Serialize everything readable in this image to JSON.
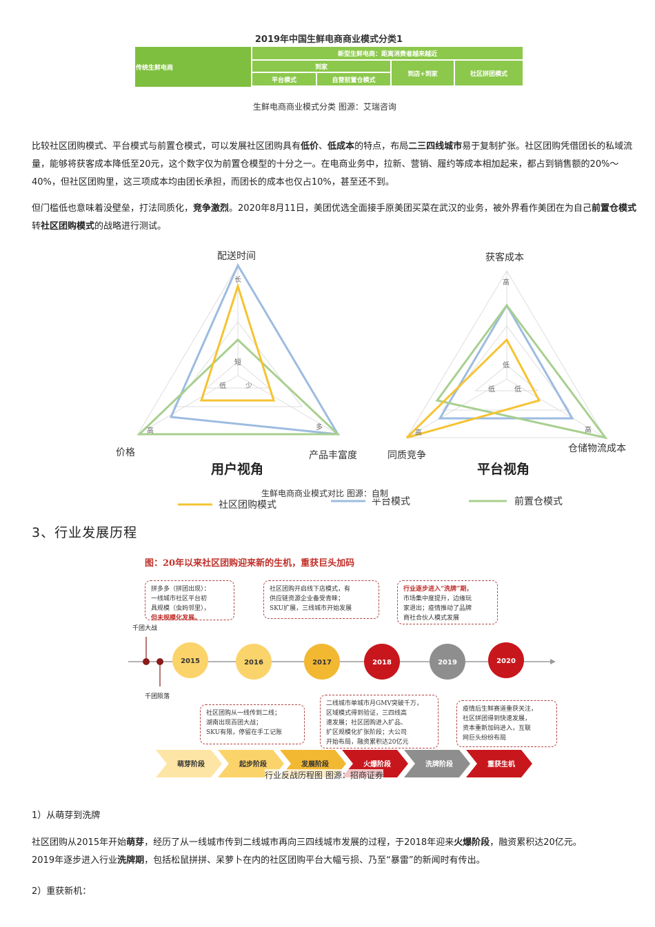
{
  "table": {
    "title": "2019年中国生鲜电商商业模式分类1",
    "traditional": "传统生鲜电商",
    "new_type": "新型生鲜电商：距离消费者越来越近",
    "dao_jia": "到家",
    "platform": "平台模式",
    "front_warehouse": "自营前置仓模式",
    "store_plus_home": "到店+到家",
    "community_group": "社区拼团模式"
  },
  "caption1": "生鲜电商商业模式分类 图源：艾瑞咨询",
  "para1": {
    "a": "比较社区团购模式、平台模式与前置仓模式，可以发展社区团购具有",
    "b1": "低价",
    "c": "、",
    "b2": "低成本",
    "d": "的特点，布局",
    "b3": "二三四线城市",
    "e": "易于复制扩张。社区团购凭借团长的私域流量，能够将获客成本降低至20元，这个数字仅为前置仓模型的十分之一。在电商业务中，拉新、营销、履约等成本相加起来，都占到销售额的20%～40%，但社区团购里，这三项成本均由团长承担，而团长的成本也仅占10%，甚至还不到。"
  },
  "para2": {
    "a": "但门槛低也意味着没壁垒，打法同质化，",
    "b1": "竞争激烈",
    "c": "。2020年8月11日，美团优选全面接手原美团买菜在武汉的业务，被外界看作美团在为自己",
    "b2": "前置仓模式",
    "d": "转",
    "b3": "社区团购模式",
    "e": "的战略进行测试。"
  },
  "radar": {
    "user": {
      "title": "用户视角",
      "axes": [
        "配送时间",
        "价格",
        "产品丰富度"
      ],
      "ticks": {
        "top_high": "长",
        "top_low": "短",
        "left_low": "低",
        "left_high": "高",
        "right_low": "少",
        "right_high": "多"
      }
    },
    "platform": {
      "title": "平台视角",
      "axes": [
        "获客成本",
        "同质竞争",
        "仓储物流成本"
      ],
      "ticks": {
        "top_high": "高",
        "top_low": "低",
        "left_low": "低",
        "left_high": "高",
        "right_low": "低",
        "right_high": "高"
      }
    },
    "legend": [
      {
        "name": "社区团购模式",
        "color": "#f5c331"
      },
      {
        "name": "平台模式",
        "color": "#9dbbe0"
      },
      {
        "name": "前置仓模式",
        "color": "#a8cf8f"
      }
    ]
  },
  "caption2": "生鲜电商商业模式对比 图源：自制",
  "section3": "3、行业发展历程",
  "timeline": {
    "title": "图：20年以来社区团购迎来新的生机，重获巨头加码",
    "qiantuan": "千团大战",
    "qiantuan_fall": "千团陨落",
    "years": [
      "2015",
      "2016",
      "2017",
      "2018",
      "2019",
      "2020"
    ],
    "box2015": [
      "拼多多（拼团出现）：",
      "一线城市社区平台初",
      "具规模（虫妈邻里），"
    ],
    "box2015_red": "但未规模化发展。",
    "box2016": [
      "社区团购从一线传到二线；",
      "湖南出现百团大战；",
      "SKU有限，停留在手工记账"
    ],
    "box2017": [
      "社区团购开启线下店模式，有",
      "供应链资源企业备受青睐；",
      "SKU扩展，三线城市开始发展"
    ],
    "box2018": [
      "二线城市单城市月GMV突破千万，",
      "区域模式得到验证，三四线高",
      "速发展；社区团购进入扩品、",
      "扩区规模化扩张阶段；大公司",
      "开始布局，融资累积达20亿元"
    ],
    "box2019_red": "行业逐步进入“洗牌”期，",
    "box2019": [
      "市场集中度提升，边缘玩",
      "家退出；疫情推动了品牌",
      "商社合伙人模式发展"
    ],
    "box2020": [
      "疫情后生鲜赛道重获关注，",
      "社区拼团得到快速发展，",
      "资本重新加码进入，互联",
      "网巨头纷纷布局"
    ],
    "stages": [
      "萌芽阶段",
      "起步阶段",
      "发展阶段",
      "火爆阶段",
      "洗牌阶段",
      "重获生机"
    ]
  },
  "caption3": "行业反战历程图 图源：招商证券",
  "sub1": "1）从萌芽到洗牌",
  "para3": {
    "a": "社区团购从2015年开始",
    "b1": "萌芽",
    "c": "，经历了从一线城市传到二线城市再向三四线城市发展的过程，于2018年迎来",
    "b2": "火爆阶段",
    "d": "，融资累积达20亿元。",
    "e": "2019年逐步进入行业",
    "b3": "洗牌期",
    "f": "，包括松鼠拼拼、呆萝卜在内的社区团购平台大幅亏损、乃至“暴雷”的新闻时有传出。"
  },
  "sub2": "2）重获新机："
}
